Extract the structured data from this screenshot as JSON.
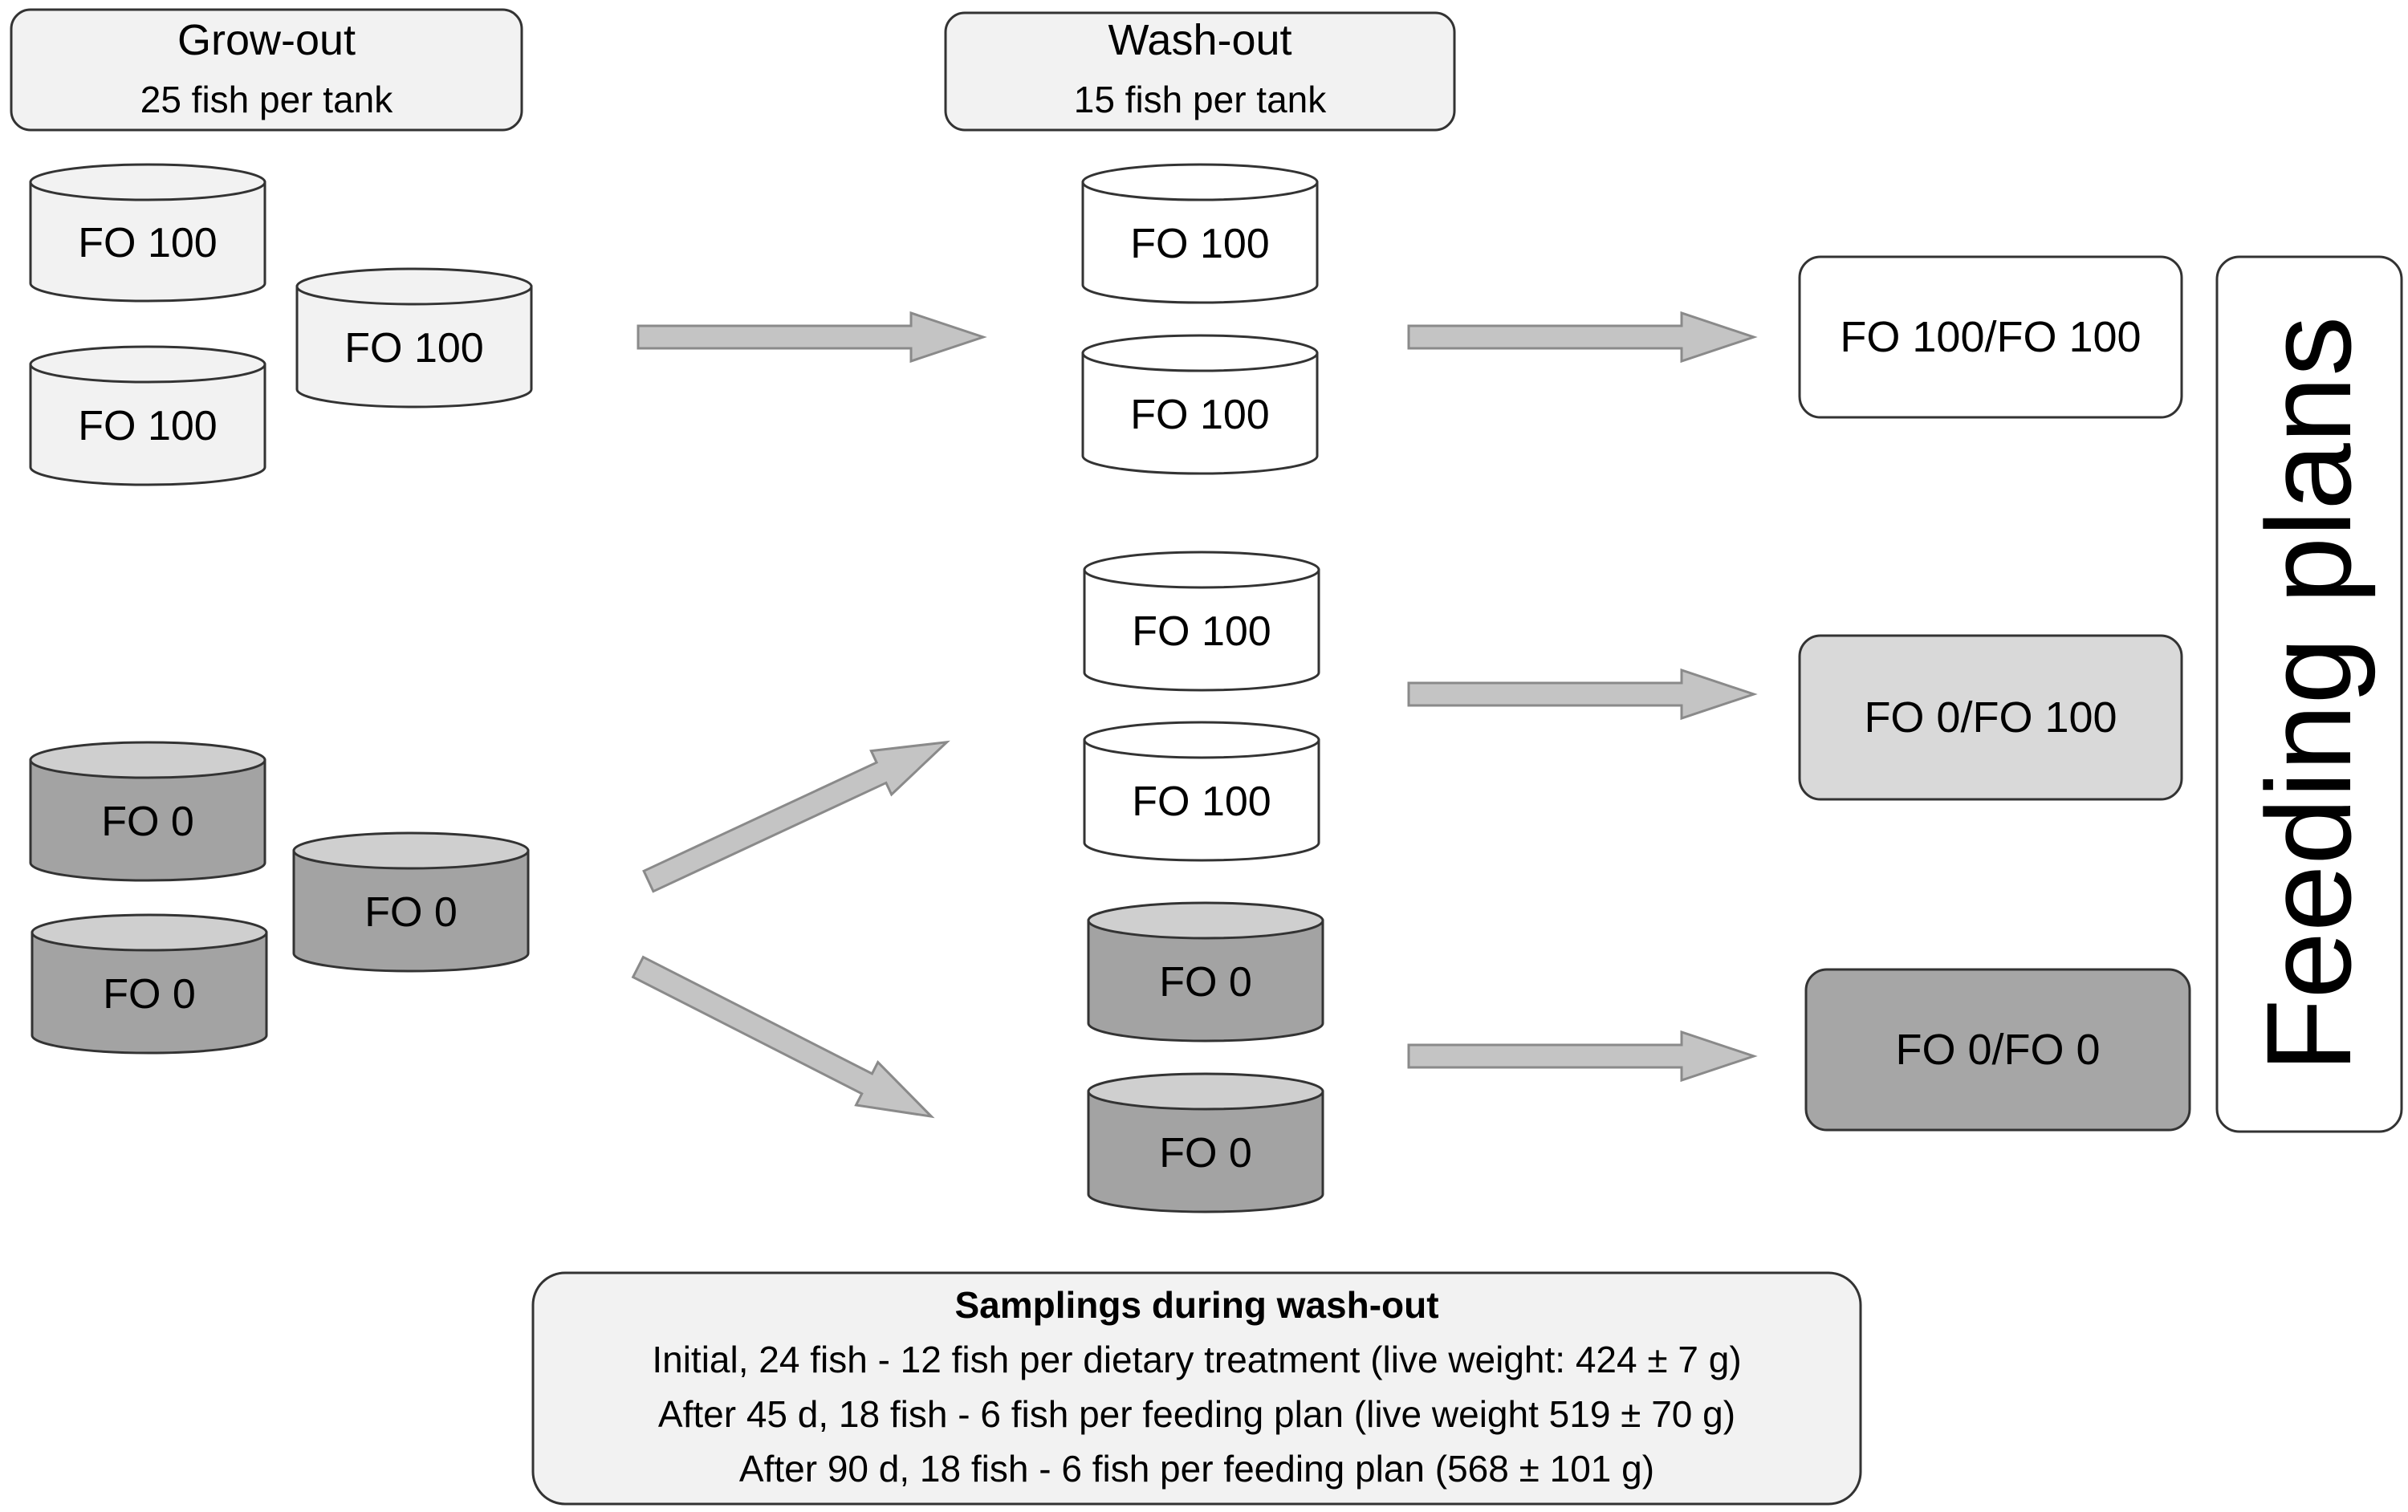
{
  "growout": {
    "title": "Grow-out",
    "subtitle": "25 fish per tank"
  },
  "washout": {
    "title": "Wash-out",
    "subtitle": "15 fish per tank"
  },
  "tanks": {
    "growout_fo100_1": "FO 100",
    "growout_fo100_2": "FO 100",
    "growout_fo100_3": "FO 100",
    "growout_fo0_1": "FO 0",
    "growout_fo0_2": "FO 0",
    "growout_fo0_3": "FO 0",
    "washout_1": "FO 100",
    "washout_2": "FO 100",
    "washout_3": "FO 100",
    "washout_4": "FO 100",
    "washout_5": "FO 0",
    "washout_6": "FO 0"
  },
  "plans": {
    "plan_1": "FO 100/FO 100",
    "plan_2": "FO 0/FO 100",
    "plan_3": "FO 0/FO 0"
  },
  "feeding_plans_label": "Feeding plans",
  "samplings": {
    "title": "Samplings during wash-out",
    "line1": "Initial, 24 fish - 12 fish per dietary treatment (live weight: 424 ± 7 g)",
    "line2": "After 45 d, 18 fish - 6 fish per feeding plan (live weight 519 ± 70 g)",
    "line3": "After 90 d, 18 fish - 6 fish per feeding plan (568 ± 101 g)"
  },
  "colors": {
    "light_tank": "#f2f2f2",
    "white_tank": "#ffffff",
    "dark_tank": "#a3a3a3",
    "dark_tank_top": "#cfcfcf",
    "arrow_fill": "#c4c4c4",
    "arrow_stroke": "#8a8a8a",
    "plan_mid": "#d9d9d9",
    "plan_dark": "#a6a6a6",
    "panel_bg": "#f2f2f2"
  }
}
